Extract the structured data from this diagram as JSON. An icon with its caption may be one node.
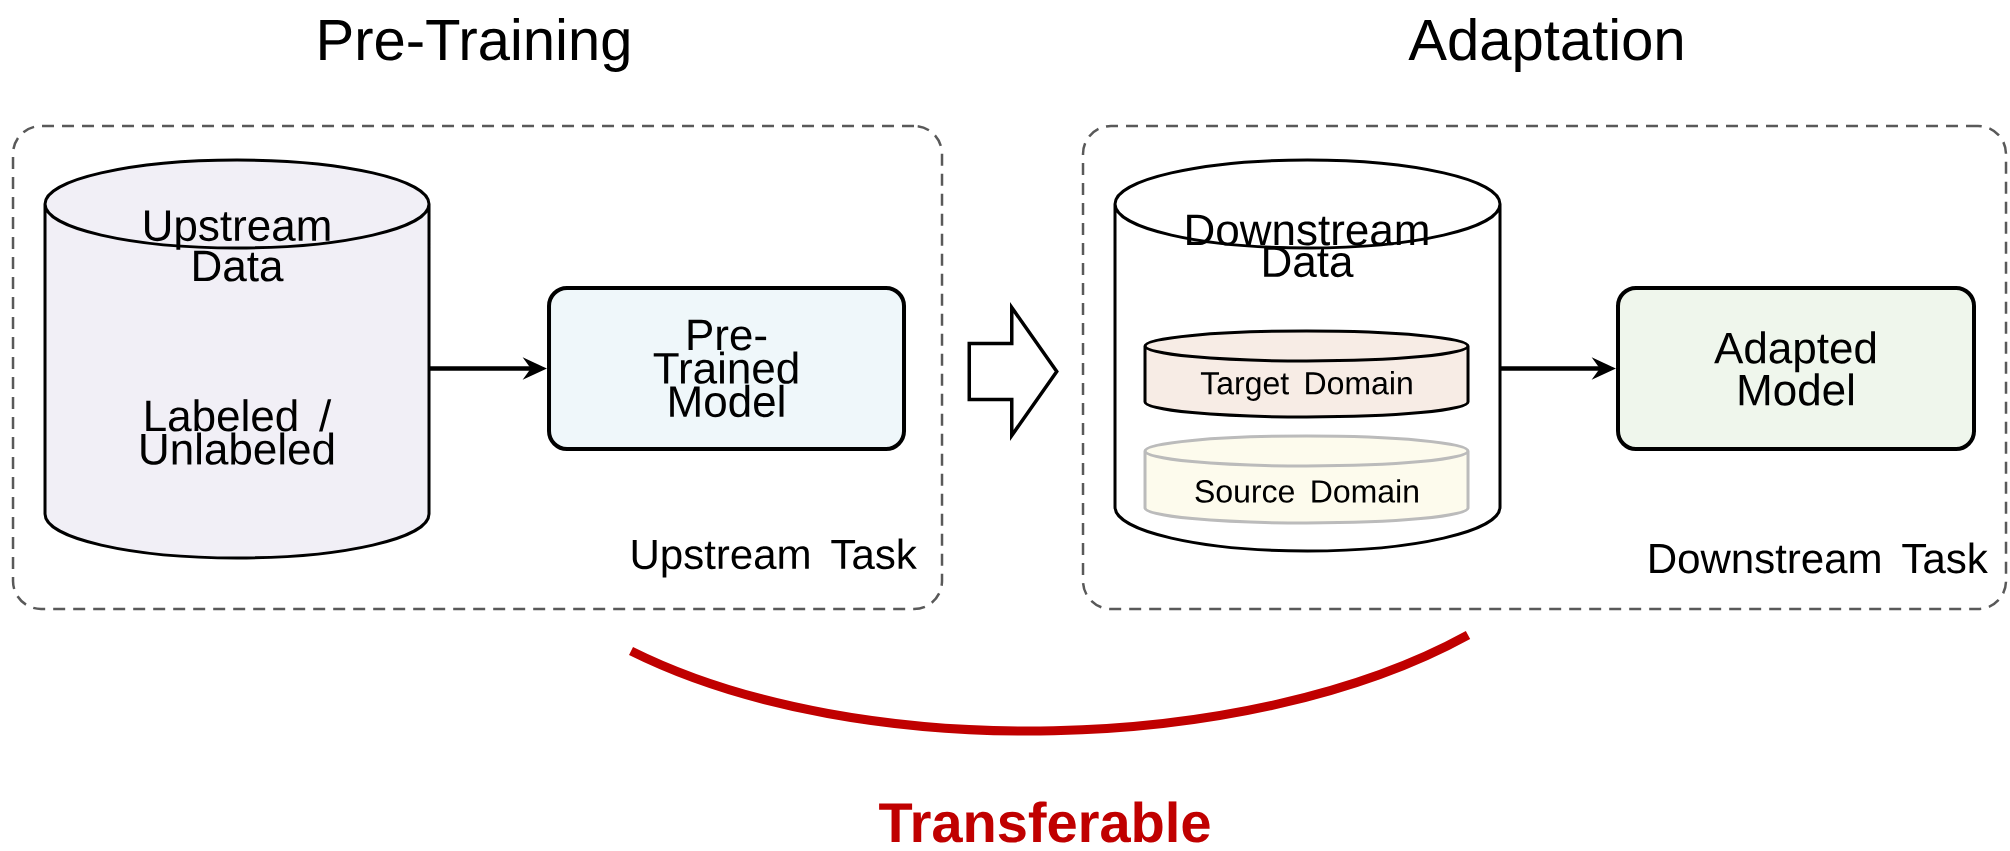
{
  "diagram": {
    "nodes": [
      {
        "text": [
          "Pre-Training",
          "Upstream Task"
        ]
      },
      {
        "text": [
          "Upstream Data",
          "Labeled / Unlabeled"
        ],
        "in": 0
      },
      {
        "text": [
          "Pre-Trained Model"
        ],
        "in": 0
      },
      {
        "text": [
          "Adaptation",
          "Downstream Task"
        ]
      },
      {
        "text": [
          "Downstream Data"
        ],
        "in": 3
      },
      {
        "text": [
          "Target Domain"
        ],
        "in": 4
      },
      {
        "text": [
          "Source Domain"
        ],
        "in": 4
      },
      {
        "text": [
          "Adapted Model"
        ],
        "in": 3
      }
    ],
    "edges": [
      {
        "from": 1,
        "to": 2,
        "arrow": "to"
      },
      {
        "from": 0,
        "to": 3,
        "arrow": "to",
        "style": "thick"
      },
      {
        "from": 4,
        "to": 7,
        "arrow": "to"
      }
    ],
    "labels": [
      "Transferable"
    ]
  }
}
